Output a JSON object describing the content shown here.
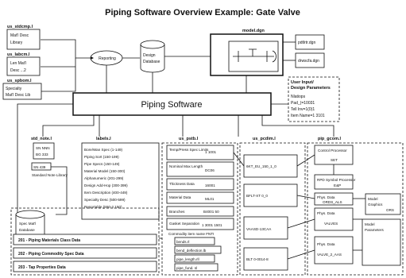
{
  "title": "Piping Software Overview Example: Gate Valve",
  "left_files": [
    {
      "name": "us_stdcmp.l",
      "lines": [
        "Mat'l Desc",
        "Library"
      ]
    },
    {
      "name": "us_labcm.l",
      "lines": [
        "Len Mat'l",
        "Desc ...2"
      ]
    },
    {
      "name": "us_spbom.l",
      "lines": [
        "Specialty",
        "Mat'l Desc Lib"
      ]
    }
  ],
  "reporting_label": "Reporting",
  "design_db": [
    "Design",
    "Database"
  ],
  "model_dgn": "model.dgn",
  "side_files": [
    "pdtlrtr.dgn",
    "drwscfa.dgn"
  ],
  "user_input": {
    "title": "User Input/",
    "subtitle": "Design Parameters",
    "lines": [
      "Nlatiops",
      "Pad_(=10031",
      "Tell Inv=1(0)1",
      "Item Name=1 3101"
    ]
  },
  "piping_software": "Piping Software",
  "col_std_note": {
    "name": "std_note.l",
    "lines": [
      "SN NNN",
      "BG 333"
    ],
    "code": "SN 439",
    "foot": "Standard Note Library"
  },
  "col_labels": {
    "name": "labels.l",
    "lines": [
      "Bore/Wan Spec (1-149)",
      "Piping Sort (150-199)",
      "Pipe Specs (150-149)",
      "Material Model (150-300)",
      "Alphanumeric (201-299)",
      "Design Add-Hop (300-399)",
      "Item Description (400-449)",
      "Specialty Desc (500-599)",
      "Reportable (550-2,150)"
    ]
  },
  "col_us_pstb": {
    "name": "us_pstb.l",
    "rows": [
      {
        "label": "Temp/Press Spec Limits",
        "value": "1 1001"
      },
      {
        "label": "Nominal Max Length",
        "value": "DC06"
      },
      {
        "label": "Thickness Data",
        "value": "16001"
      },
      {
        "label": "Material Data",
        "value": "ML01"
      },
      {
        "label": "Branches",
        "value": "B4001 50"
      },
      {
        "label": "Gasket Separation",
        "value": "1 3001 1501"
      }
    ],
    "extra": "Commodity item name FNTI",
    "subfiles": [
      "bends.rl",
      "bend_deflection.lb",
      "pipe_length.rll",
      "pipe_fund. nl"
    ]
  },
  "col_us_pcdim": {
    "name": "us_pcdim.l",
    "items": [
      "6KT_EU_150_1_0",
      "BFLT-XT 0_0",
      "VAASD-13CAA",
      "BLT 0-0014-8"
    ]
  },
  "col_pip_gcom": {
    "name": "pip_gcom.l",
    "control": {
      "title": "Control Processor",
      "value": "SET"
    },
    "rpd": {
      "title": "RPD Symbol Processor",
      "value": "E&P"
    },
    "phys1": {
      "title": "Phys. Data",
      "value": "ORDS_ALS"
    },
    "model1": [
      "Model",
      "Graphics",
      "ORS"
    ],
    "phys2": {
      "title": "Phys. Data",
      "value": "VALVES"
    },
    "phys3": {
      "title": "Phys. Data",
      "value": "VALVE_2_AAS"
    },
    "model2": [
      "Model",
      "Parameters"
    ]
  },
  "spec_db": [
    "Spec Mat'l",
    "Database"
  ],
  "tables": [
    "201 - Piping Materials Class Data",
    "202 - Piping Commodity Spec Data",
    "203 - Tap Properties Data"
  ]
}
